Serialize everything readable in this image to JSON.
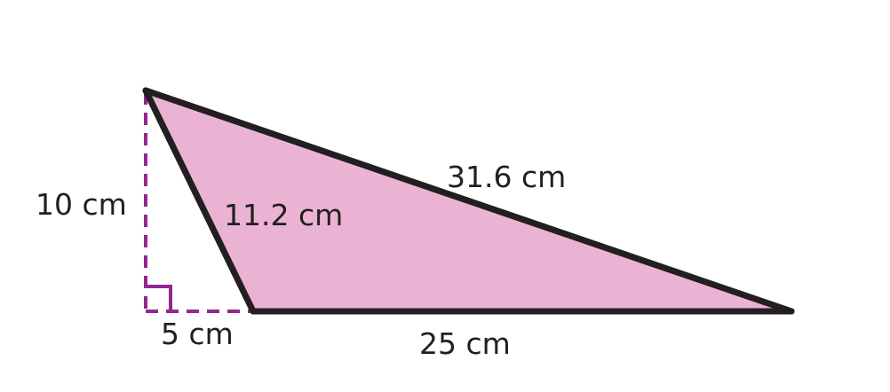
{
  "labels": {
    "height": "10 cm",
    "extension": "5 cm",
    "base": "25 cm",
    "left_side": "11.2 cm",
    "hypotenuse": "31.6 cm"
  },
  "colors": {
    "fill": "#ebb3d3",
    "stroke": "#231f20",
    "dashed": "#93278f",
    "text": "#231f20"
  }
}
